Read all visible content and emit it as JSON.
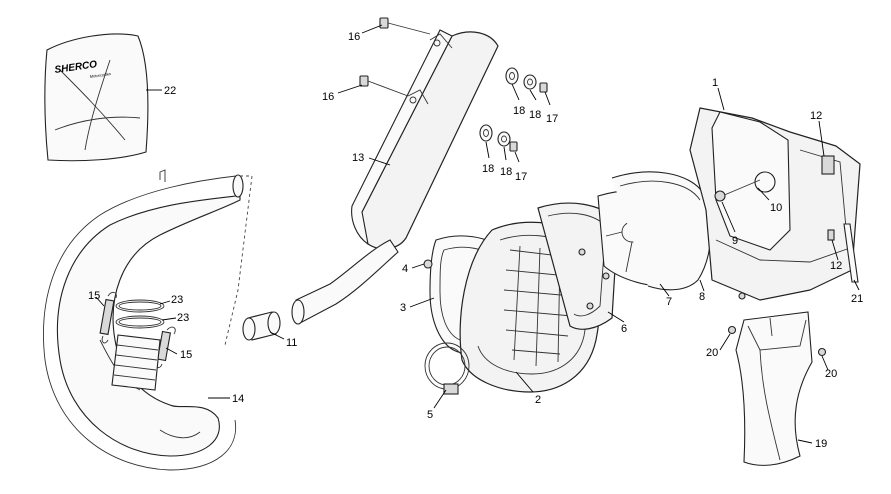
{
  "diagram": {
    "bag_brand": "SHERCO",
    "bag_brand_sub": "Motorcycles",
    "callouts": [
      {
        "id": "c1",
        "text": "1"
      },
      {
        "id": "c2",
        "text": "2"
      },
      {
        "id": "c3",
        "text": "3"
      },
      {
        "id": "c4",
        "text": "4"
      },
      {
        "id": "c5",
        "text": "5"
      },
      {
        "id": "c6",
        "text": "6"
      },
      {
        "id": "c7",
        "text": "7"
      },
      {
        "id": "c8",
        "text": "8"
      },
      {
        "id": "c9",
        "text": "9"
      },
      {
        "id": "c10",
        "text": "10"
      },
      {
        "id": "c11",
        "text": "11"
      },
      {
        "id": "c12a",
        "text": "12"
      },
      {
        "id": "c12b",
        "text": "12"
      },
      {
        "id": "c13",
        "text": "13"
      },
      {
        "id": "c14",
        "text": "14"
      },
      {
        "id": "c15a",
        "text": "15"
      },
      {
        "id": "c15b",
        "text": "15"
      },
      {
        "id": "c16a",
        "text": "16"
      },
      {
        "id": "c16b",
        "text": "16"
      },
      {
        "id": "c17a",
        "text": "17"
      },
      {
        "id": "c17b",
        "text": "17"
      },
      {
        "id": "c18a",
        "text": "18"
      },
      {
        "id": "c18b",
        "text": "18"
      },
      {
        "id": "c18c",
        "text": "18"
      },
      {
        "id": "c18d",
        "text": "18"
      },
      {
        "id": "c19",
        "text": "19"
      },
      {
        "id": "c20a",
        "text": "20"
      },
      {
        "id": "c20b",
        "text": "20"
      },
      {
        "id": "c21",
        "text": "21"
      },
      {
        "id": "c22",
        "text": "22"
      },
      {
        "id": "c23a",
        "text": "23"
      },
      {
        "id": "c23b",
        "text": "23"
      }
    ]
  }
}
